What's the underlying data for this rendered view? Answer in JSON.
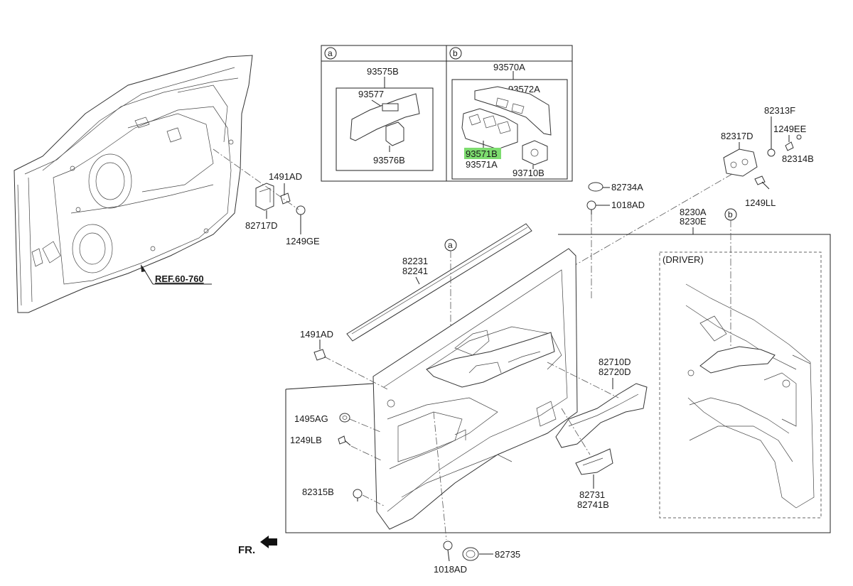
{
  "diagram": {
    "highlight_color": "#7ddc6f",
    "inset_a_tag": "a",
    "inset_b_tag": "b",
    "callout_a": "a",
    "callout_b": "b",
    "driver_label": "(DRIVER)",
    "ref_label": "REF.60-760",
    "fr_label": "FR.",
    "parts": {
      "p93575B": "93575B",
      "p93577": "93577",
      "p93576B": "93576B",
      "p93570A": "93570A",
      "p93572A": "93572A",
      "p93571B": "93571B",
      "p93571A": "93571A",
      "p93710B": "93710B",
      "p82313F": "82313F",
      "p1249EE": "1249EE",
      "p82317D": "82317D",
      "p82314B": "82314B",
      "p1249LL": "1249LL",
      "p82734A": "82734A",
      "p1018AD_top": "1018AD",
      "p8230A": "8230A",
      "p8230E": "8230E",
      "p1491AD_top": "1491AD",
      "p82717D": "82717D",
      "p1249GE": "1249GE",
      "p82231": "82231",
      "p82241": "82241",
      "p1491AD_mid": "1491AD",
      "p1495AG": "1495AG",
      "p1249LB": "1249LB",
      "p82315B": "82315B",
      "p82710D": "82710D",
      "p82720D": "82720D",
      "p82731": "82731",
      "p82741B": "82741B",
      "p1018AD_bot": "1018AD",
      "p82735": "82735"
    }
  }
}
